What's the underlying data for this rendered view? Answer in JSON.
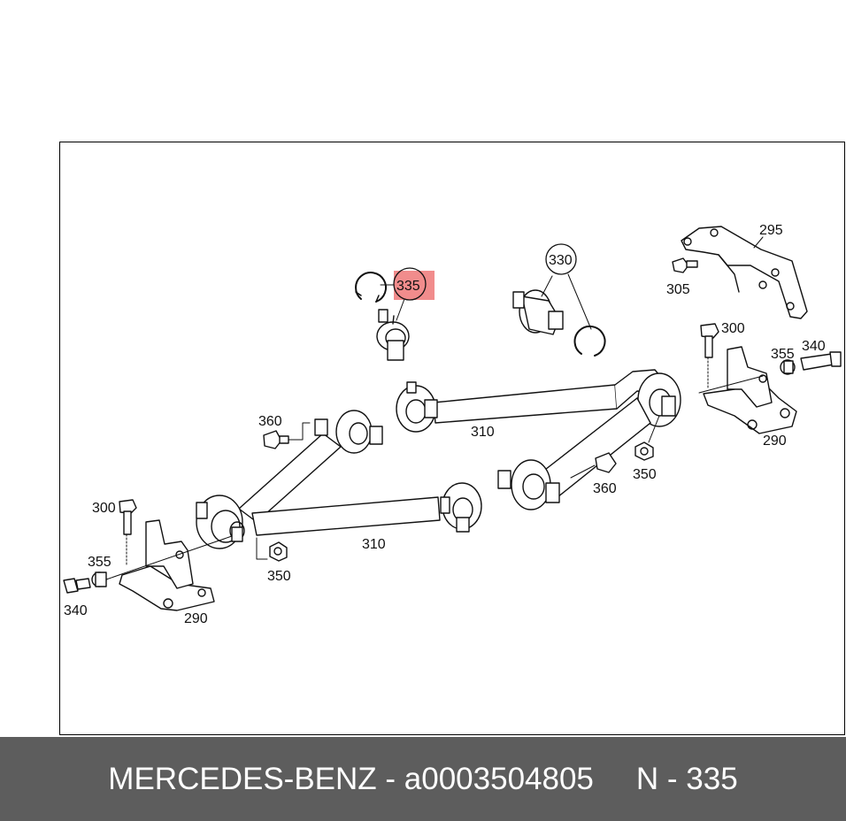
{
  "diagram": {
    "labels": {
      "l295": "295",
      "l305": "305",
      "l330": "330",
      "l335": "335",
      "l300_right": "300",
      "l355_right": "355",
      "l340_right": "340",
      "l290_right": "290",
      "l310_top": "310",
      "l360_top": "360",
      "l360_right": "360",
      "l350_right": "350",
      "l300_left": "300",
      "l355_left": "355",
      "l340_left": "340",
      "l290_left": "290",
      "l350_left": "350",
      "l310_bottom": "310"
    },
    "highlight_color": "#f08080"
  },
  "footer": {
    "brand": "MERCEDES-BENZ",
    "separator": " - ",
    "part_number": "a0003504805",
    "position": "N - 335"
  }
}
